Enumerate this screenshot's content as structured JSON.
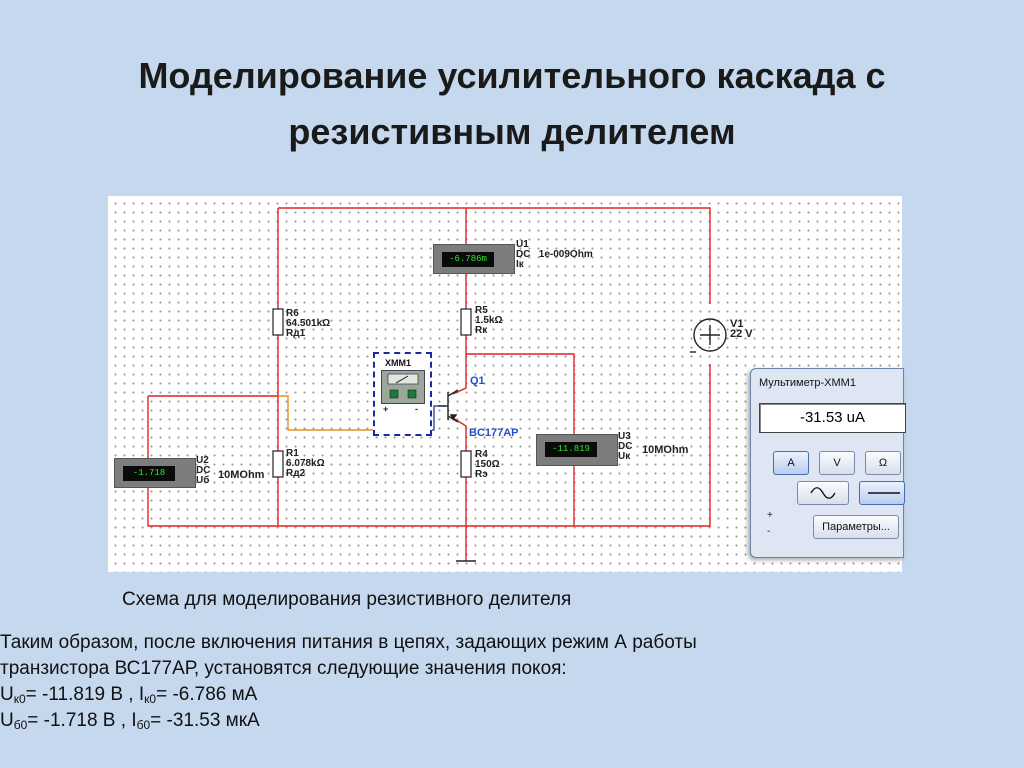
{
  "slide": {
    "title_line1": "Моделирование усилительного каскада с",
    "title_line2": "резистивным делителем",
    "caption": "Схема для моделирования резистивного делителя",
    "paragraph_line1": "Таким образом, после включения питания в цепях, задающих режим А работы",
    "paragraph_line2": "транзистора ВС177АР, установятся следующие значения покоя:",
    "eq1": {
      "sym1": "U",
      "sub1": "к0",
      "val1": "= -11.819 В ,  ",
      "sym2": "I",
      "sub2": "к0",
      "val2": "= -6.786 мА"
    },
    "eq2": {
      "sym1": "U",
      "sub1": "б0",
      "val1": "= -1.718 В ,  ",
      "sym2": "I",
      "sub2": "б0",
      "val2": "= -31.53 мкА"
    }
  },
  "schematic": {
    "colors": {
      "wire": "#e02424",
      "probe_wire": "#e8901e",
      "component": "#222222",
      "transistor_label": "#1f4fd0",
      "meter_text": "#2de82d"
    },
    "R6": {
      "name": "R6",
      "value": "64.501kΩ",
      "tag": "Rд1"
    },
    "R5": {
      "name": "R5",
      "value": "1.5kΩ",
      "tag": "Rк"
    },
    "R1": {
      "name": "R1",
      "value": "6.078kΩ",
      "tag": "Rд2"
    },
    "R4": {
      "name": "R4",
      "value": "150Ω",
      "tag": "Rэ"
    },
    "U1": {
      "name": "U1",
      "mode": "DC",
      "res": "1e-009Ohm",
      "tag": "Iк",
      "reading": "-6.786m"
    },
    "U2": {
      "name": "U2",
      "mode": "DC",
      "res": "10MOhm",
      "tag": "Uб",
      "reading": "-1.718"
    },
    "U3": {
      "name": "U3",
      "mode": "DC",
      "res": "10MOhm",
      "tag": "Uк",
      "reading": "-11.819"
    },
    "Q1": {
      "name": "Q1",
      "model": "BC177AP"
    },
    "V1": {
      "name": "V1",
      "voltage": "22 V"
    },
    "XMM1": {
      "label": "XMM1",
      "plus": "+",
      "minus": "-"
    }
  },
  "multimeter": {
    "title": "Мультиметр-XMM1",
    "reading": "-31.53 uA",
    "mode_buttons": [
      "A",
      "V",
      "Ω"
    ],
    "selected_mode": "A",
    "settings_button": "Параметры...",
    "plus": "+",
    "minus": "-"
  }
}
